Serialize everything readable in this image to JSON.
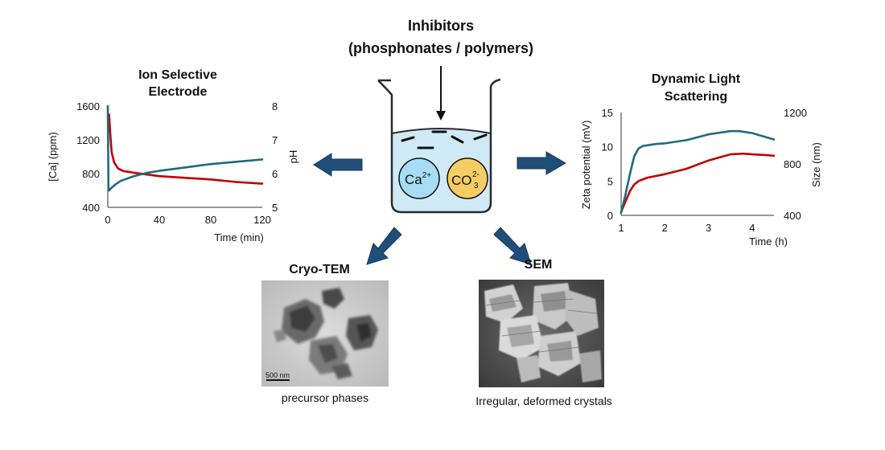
{
  "colors": {
    "arrow_blue": "#1f4e79",
    "beaker_outline": "#2b2b2b",
    "liquid": "#cfe9f7",
    "ca_fill": "#a6ddf4",
    "co3_fill": "#f7cd63",
    "red_series": "#c00000",
    "teal_series": "#1f6a80"
  },
  "beaker": {
    "title_line1": "Inhibitors",
    "title_line2": "(phosphonates / polymers)",
    "ca_label": "Ca",
    "ca_charge": "2+",
    "co3_label": "CO",
    "co3_sub": "3",
    "co3_charge": "2-"
  },
  "ise": {
    "title_line1": "Ion Selective",
    "title_line2": "Electrode",
    "xlabel": "Time (min)",
    "ylabel_left": "[Ca] (ppm)",
    "ylabel_right": "pH"
  },
  "dls": {
    "title_line1": "Dynamic Light",
    "title_line2": "Scattering",
    "xlabel": "Time (h)",
    "ylabel_left": "Zeta potential (mV)",
    "ylabel_right": "Size (nm)"
  },
  "cryo": {
    "title": "Cryo-TEM",
    "caption": "precursor phases",
    "scalebar": "500 nm"
  },
  "sem": {
    "title": "SEM",
    "caption": "Irregular, deformed crystals"
  },
  "chart_data": [
    {
      "type": "line",
      "title": "Ion Selective Electrode",
      "xlabel": "Time (min)",
      "ylabel": "[Ca] (ppm)",
      "y2label": "pH",
      "xlim": [
        0,
        120
      ],
      "ylim": [
        400,
        1600
      ],
      "y2lim": [
        5,
        8
      ],
      "x_ticks": [
        0,
        40,
        80,
        120
      ],
      "y_ticks": [
        400,
        800,
        1200,
        1600
      ],
      "y2_ticks": [
        5,
        6,
        7,
        8
      ],
      "grid": false,
      "series": [
        {
          "axis": "left",
          "color": "#c00000",
          "x": [
            1,
            2,
            3,
            5,
            8,
            12,
            20,
            30,
            40,
            60,
            80,
            100,
            120
          ],
          "y": [
            1500,
            1250,
            1050,
            930,
            860,
            830,
            810,
            790,
            770,
            750,
            730,
            700,
            680
          ]
        },
        {
          "axis": "right",
          "color": "#1f6a80",
          "x": [
            0,
            0.5,
            1,
            3,
            6,
            10,
            20,
            30,
            40,
            60,
            80,
            100,
            120
          ],
          "y": [
            8.0,
            5.6,
            5.5,
            5.58,
            5.68,
            5.78,
            5.92,
            6.02,
            6.08,
            6.18,
            6.28,
            6.35,
            6.42
          ]
        }
      ]
    },
    {
      "type": "line",
      "title": "Dynamic Light Scattering",
      "xlabel": "Time (h)",
      "ylabel": "Zeta potential (mV)",
      "y2label": "Size (nm)",
      "xlim": [
        1,
        4.5
      ],
      "ylim": [
        0,
        15
      ],
      "y2lim": [
        400,
        1200
      ],
      "x_ticks": [
        1,
        2,
        3,
        4
      ],
      "y_ticks": [
        0,
        5,
        10,
        15
      ],
      "y2_ticks": [
        400,
        800,
        1200
      ],
      "grid": false,
      "series": [
        {
          "axis": "left",
          "color": "#c00000",
          "x": [
            1.0,
            1.1,
            1.2,
            1.3,
            1.4,
            1.6,
            2.0,
            2.5,
            3.0,
            3.5,
            3.8,
            4.0,
            4.3,
            4.5
          ],
          "y": [
            0.5,
            2.0,
            3.5,
            4.5,
            5.0,
            5.5,
            6.0,
            6.8,
            8.0,
            8.9,
            9.0,
            8.9,
            8.8,
            8.7
          ]
        },
        {
          "axis": "right",
          "color": "#1f6a80",
          "x": [
            1.0,
            1.1,
            1.2,
            1.3,
            1.4,
            1.5,
            1.8,
            2.0,
            2.5,
            3.0,
            3.5,
            3.7,
            4.0,
            4.3,
            4.5
          ],
          "y": [
            420,
            560,
            720,
            860,
            920,
            940,
            955,
            960,
            985,
            1030,
            1055,
            1055,
            1040,
            1010,
            990
          ]
        }
      ]
    }
  ]
}
